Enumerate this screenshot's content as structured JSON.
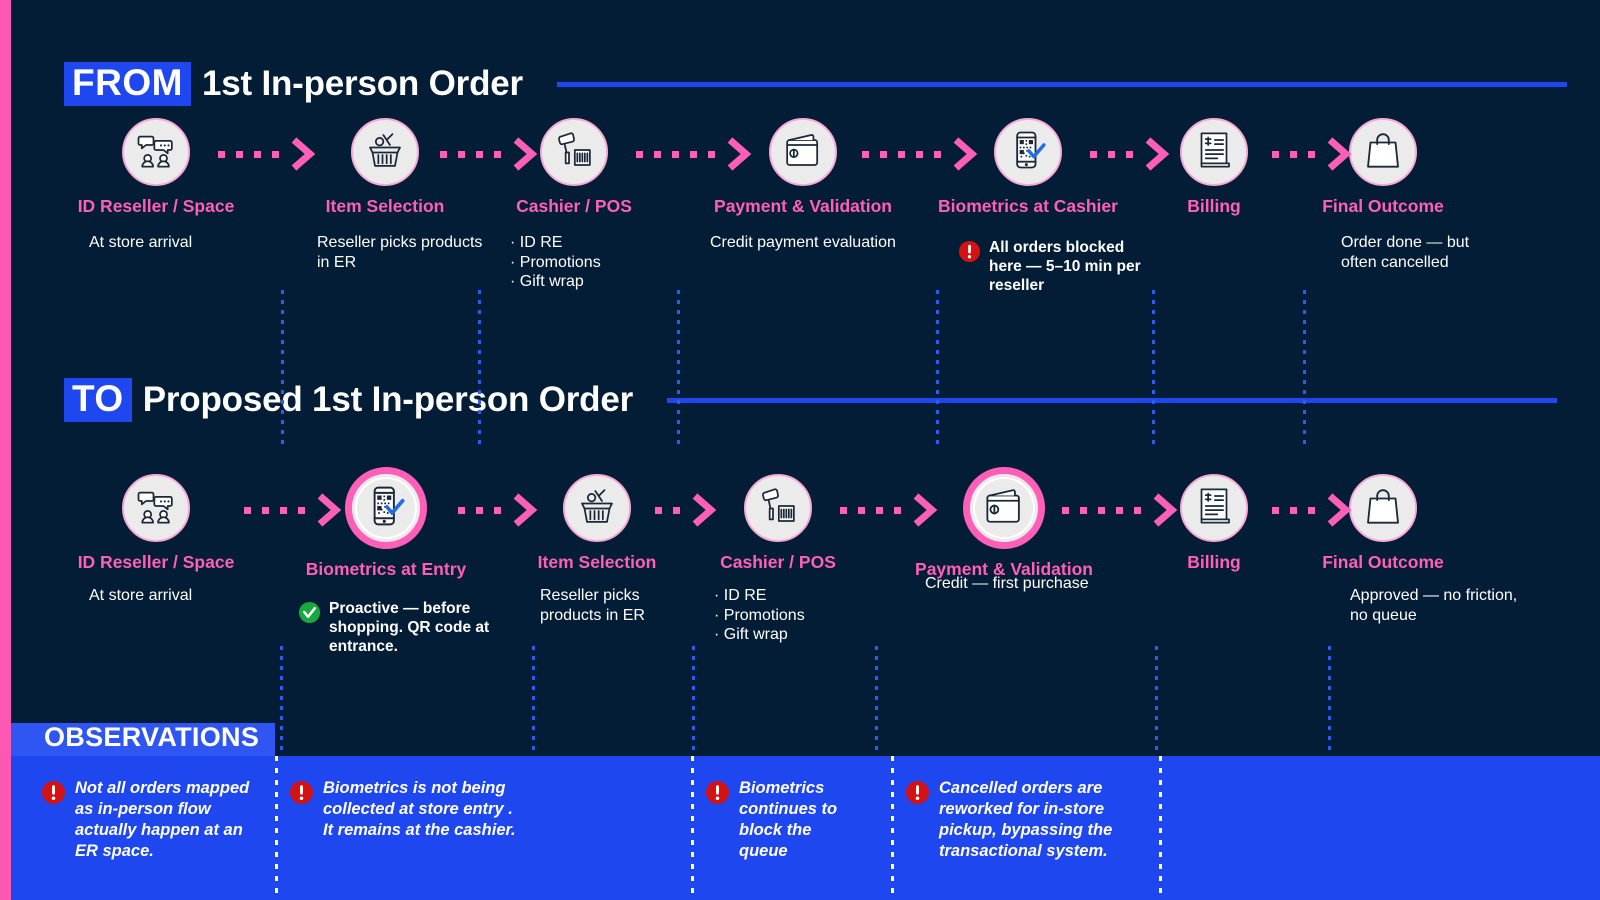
{
  "colors": {
    "background": "#031d36",
    "pink": "#ff5fb9",
    "blue": "#1f47f0",
    "obs_blue": "#1f47f0",
    "stripe_pink": "#ff58b4",
    "alert_red": "#d41212",
    "ok_green": "#17a93c",
    "circle_fill": "#ebebeb"
  },
  "sections": [
    {
      "tag": "FROM",
      "title": "1st In-person Order",
      "steps": [
        {
          "icon": "people-chat-icon",
          "label": "ID Reseller / Space",
          "desc": "At store arrival",
          "highlight": false
        },
        {
          "icon": "shopping-basket-icon",
          "label": "Item Selection",
          "desc": "Reseller picks products\nin ER",
          "highlight": false
        },
        {
          "icon": "barcode-scanner-pos-icon",
          "label": "Cashier / POS",
          "desc": "· ID RE\n· Promotions\n· Gift wrap",
          "highlight": false
        },
        {
          "icon": "wallet-icon",
          "label": "Payment & Validation",
          "desc": "Credit payment evaluation",
          "highlight": false
        },
        {
          "icon": "phone-qr-check-icon",
          "label": "Biometrics at Cashier",
          "desc": "",
          "highlight": false,
          "badge": {
            "type": "alert",
            "icon": "alert-exclamation-icon",
            "text": "All orders blocked here — 5–10 min per reseller"
          }
        },
        {
          "icon": "invoice-icon",
          "label": "Billing",
          "desc": "",
          "highlight": false
        },
        {
          "icon": "shopping-bag-icon",
          "label": "Final Outcome",
          "desc": "Order done — but\noften cancelled",
          "highlight": false
        }
      ]
    },
    {
      "tag": "TO",
      "title": "Proposed 1st In-person Order",
      "steps": [
        {
          "icon": "people-chat-icon",
          "label": "ID Reseller / Space",
          "desc": "At store arrival",
          "highlight": false
        },
        {
          "icon": "phone-qr-check-icon",
          "label": "Biometrics at Entry",
          "desc": "",
          "highlight": true,
          "badge": {
            "type": "ok",
            "icon": "check-circle-icon",
            "text": "Proactive — before shopping. QR code at entrance."
          }
        },
        {
          "icon": "shopping-basket-icon",
          "label": "Item Selection",
          "desc": "Reseller picks\nproducts in ER",
          "highlight": false
        },
        {
          "icon": "barcode-scanner-pos-icon",
          "label": "Cashier / POS",
          "desc": "· ID RE\n· Promotions\n· Gift wrap",
          "highlight": false
        },
        {
          "icon": "wallet-icon",
          "label": "Payment & Validation",
          "desc": "Credit — first purchase",
          "highlight": true
        },
        {
          "icon": "invoice-icon",
          "label": "Billing",
          "desc": "",
          "highlight": false
        },
        {
          "icon": "shopping-bag-icon",
          "label": "Final Outcome",
          "desc": "Approved — no friction,\nno queue",
          "highlight": false
        }
      ]
    }
  ],
  "observations": {
    "title": "OBSERVATIONS",
    "items": [
      {
        "icon": "alert-exclamation-icon",
        "text": "Not all orders mapped as in-person flow actually happen at an ER space."
      },
      {
        "icon": "alert-exclamation-icon",
        "text": "Biometrics is not being collected at store entry . It remains at the cashier."
      },
      {
        "icon": "alert-exclamation-icon",
        "text": "Biometrics continues to block the queue"
      },
      {
        "icon": "alert-exclamation-icon",
        "text": "Cancelled orders are reworked for in-store pickup, bypassing the transactional system."
      }
    ]
  }
}
